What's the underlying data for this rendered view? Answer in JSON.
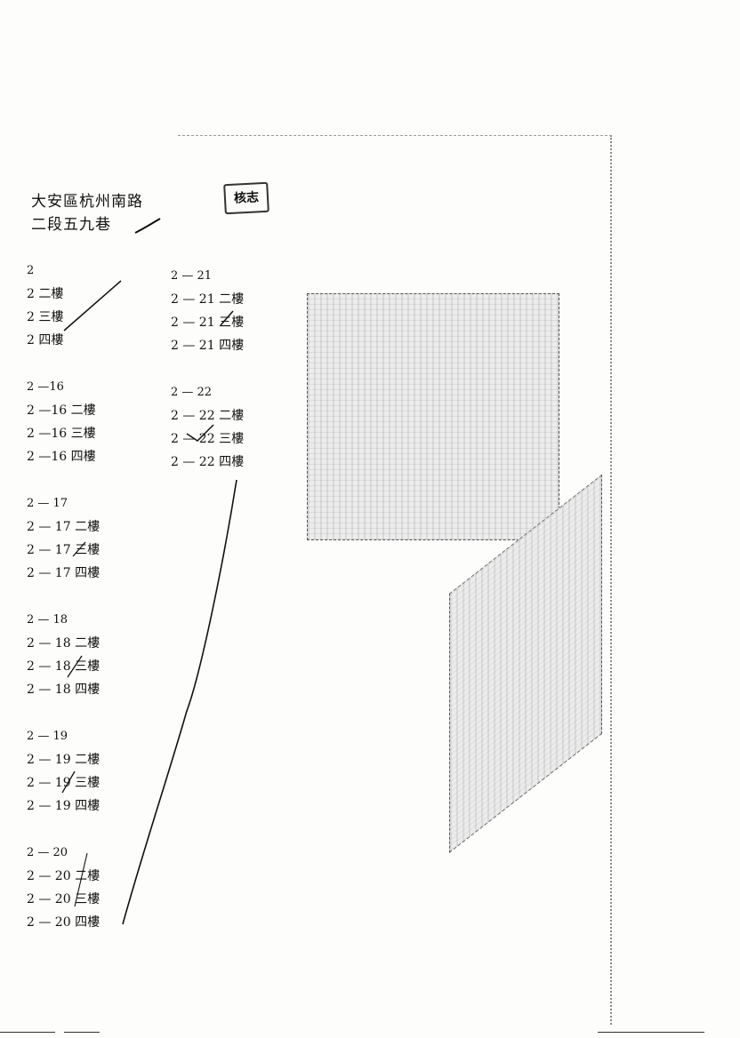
{
  "heading": {
    "line1": "大安區杭州南路",
    "line2": "二段五九巷"
  },
  "stamp": {
    "label": "核志"
  },
  "left_column": [
    {
      "base": "2",
      "floors": [
        "2 二樓",
        "2 三樓",
        "2 四樓"
      ]
    },
    {
      "base": "2 —16",
      "floors": [
        "2 —16 二樓",
        "2 —16 三樓",
        "2 —16 四樓"
      ]
    },
    {
      "base": "2 — 17",
      "floors": [
        "2 — 17 二樓",
        "2 — 17 三樓",
        "2 — 17 四樓"
      ]
    },
    {
      "base": "2 — 18",
      "floors": [
        "2 — 18 二樓",
        "2 — 18 三樓",
        "2 — 18 四樓"
      ]
    },
    {
      "base": "2 — 19",
      "floors": [
        "2 — 19 二樓",
        "2 — 19 三樓",
        "2 — 19 四樓"
      ]
    },
    {
      "base": "2 — 20",
      "floors": [
        "2 — 20 二樓",
        "2 — 20 三樓",
        "2 — 20 四樓"
      ]
    }
  ],
  "right_column": [
    {
      "base": "2 — 21",
      "floors": [
        "2 — 21 二樓",
        "2 — 21 三樓",
        "2 — 21 四樓"
      ]
    },
    {
      "base": "2 — 22",
      "floors": [
        "2 — 22 二樓",
        "2 — 22 三樓",
        "2 — 22 四樓"
      ]
    }
  ],
  "colors": {
    "ink": "#111111",
    "paper": "#fdfdfb",
    "photo_grey": "#ececec"
  }
}
